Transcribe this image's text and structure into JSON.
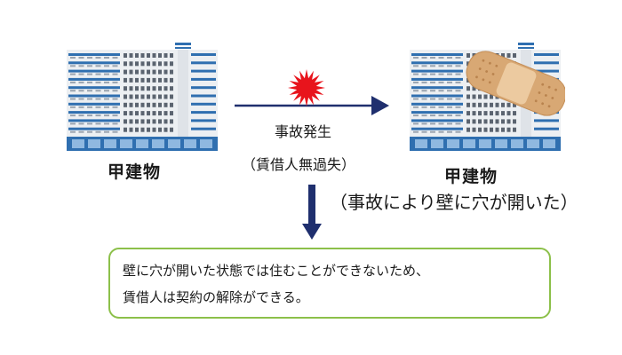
{
  "left_building": {
    "name": "甲建物"
  },
  "event": {
    "title": "事故発生",
    "subtitle": "（賃借人無過失）"
  },
  "right_building": {
    "name": "甲建物",
    "caption": "（事故により壁に穴が開いた）"
  },
  "conclusion": {
    "line1": "壁に穴が開いた状態では住むことができないため、",
    "line2": "賃借人は契約の解除ができる。"
  },
  "colors": {
    "arrow": "#1f2f6e",
    "burst": "#e8141c",
    "building_blue": "#2f6fb0",
    "box_border": "#8cc04a",
    "bandage": "#d8a874"
  }
}
